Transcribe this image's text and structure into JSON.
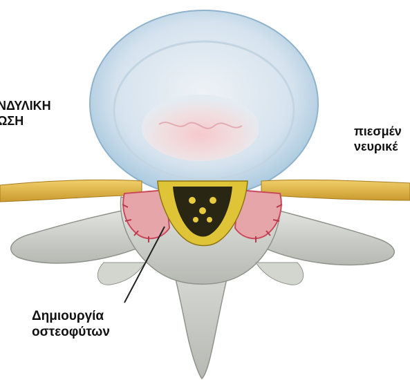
{
  "labels": {
    "left": {
      "line1": "ΝΔΥΛΙΚΗ",
      "line2": "ΩΣΗ"
    },
    "right": {
      "line1": "πιεσμέν",
      "line2": "νευρικέ"
    },
    "bottom": {
      "line1": "Δημιουργία",
      "line2": "οστεοφύτων"
    }
  },
  "colors": {
    "disc_outer": "#bcd6e8",
    "disc_inner": "#dde7f0",
    "nucleus_pink": "#f2b8bd",
    "nerve": "#e3b84a",
    "bone": "#c9ccc6",
    "osteophyte": "#d9586a",
    "spinal_canal": "#2a2614"
  }
}
